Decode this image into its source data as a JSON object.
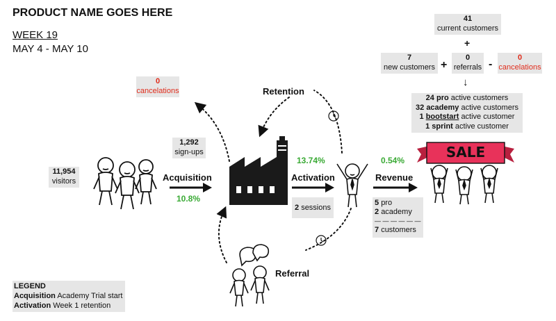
{
  "header": {
    "product_name": "PRODUCT NAME GOES HERE",
    "week": "WEEK 19",
    "date_range": "MAY 4 - MAY 10"
  },
  "visitors": {
    "value": "11,954",
    "label": "visitors"
  },
  "signups": {
    "value": "1,292",
    "label": "sign-ups"
  },
  "acquisition": {
    "label": "Acquisition",
    "rate": "10.8%"
  },
  "cancelations_left": {
    "value": "0",
    "label": "cancelations"
  },
  "retention": {
    "label": "Retention"
  },
  "activation": {
    "label": "Activation",
    "rate": "13.74%",
    "sessions_value": "2",
    "sessions_label": "sessions"
  },
  "revenue": {
    "label": "Revenue",
    "rate": "0.54%",
    "pro_value": "5",
    "pro_label": "pro",
    "academy_value": "2",
    "academy_label": "academy",
    "divider": "— — — — — —",
    "customers_value": "7",
    "customers_label": "customers"
  },
  "referral": {
    "label": "Referral"
  },
  "customers_panel": {
    "current_value": "41",
    "current_label": "current customers",
    "plus1": "+",
    "new_value": "7",
    "new_label": "new customers",
    "plus2": "+",
    "referrals_value": "0",
    "referrals_label": "referrals",
    "minus": "-",
    "cancel_value": "0",
    "cancel_label": "cancelations",
    "arrow": "↓",
    "active_lines": [
      {
        "value": "24",
        "plan": "pro",
        "suffix": "active customers"
      },
      {
        "value": "32",
        "plan": "academy",
        "suffix": "active customers"
      },
      {
        "value": "1",
        "plan": "bootstart",
        "suffix": "active customer"
      },
      {
        "value": "1",
        "plan": "sprint",
        "suffix": "active customer"
      }
    ]
  },
  "sale_banner": "SALE",
  "legend": {
    "title": "LEGEND",
    "line1_key": "Acquisition",
    "line1_value": "Academy Trial start",
    "line2_key": "Activation",
    "line2_value": "Week 1 retention"
  },
  "colors": {
    "red": "#e02b1a",
    "green": "#3aaa35",
    "box": "#e6e6e6",
    "banner": "#e8325a"
  }
}
